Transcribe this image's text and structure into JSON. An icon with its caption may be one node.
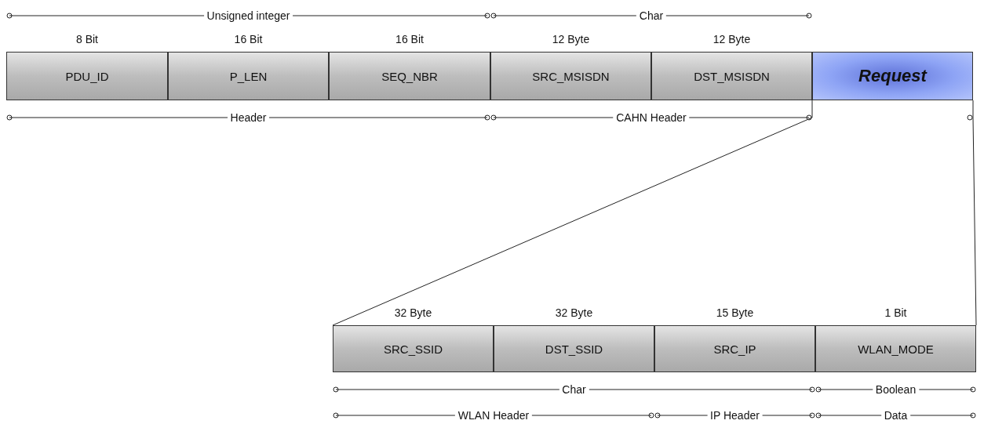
{
  "diagram": {
    "nodes": [
      {
        "text": [
          "PDU_ID"
        ],
        "beside": [
          "8 Bit"
        ]
      },
      {
        "text": [
          "P_LEN"
        ],
        "beside": [
          "16 Bit"
        ]
      },
      {
        "text": [
          "SEQ_NBR"
        ],
        "beside": [
          "16 Bit"
        ]
      },
      {
        "text": [
          "SRC_MSISDN"
        ],
        "beside": [
          "12 Byte"
        ]
      },
      {
        "text": [
          "DST_MSISDN"
        ],
        "beside": [
          "12 Byte"
        ]
      },
      {
        "text": [
          "Request"
        ]
      },
      {
        "text": [
          "SRC_SSID"
        ],
        "beside": [
          "32 Byte"
        ]
      },
      {
        "text": [
          "DST_SSID"
        ],
        "beside": [
          "32 Byte"
        ]
      },
      {
        "text": [
          "SRC_IP"
        ],
        "beside": [
          "15 Byte"
        ]
      },
      {
        "text": [
          "WLAN_MODE"
        ],
        "beside": [
          "1 Bit"
        ]
      }
    ],
    "edges": [
      {
        "from": 5,
        "to": 6,
        "arrow": "none"
      },
      {
        "from": 5,
        "to": 9,
        "arrow": "none"
      }
    ],
    "labels": [
      "Unsigned integer",
      "Char",
      "Header",
      "CAHN Header",
      "Char",
      "Boolean",
      "WLAN Header",
      "IP Header",
      "Data"
    ]
  }
}
